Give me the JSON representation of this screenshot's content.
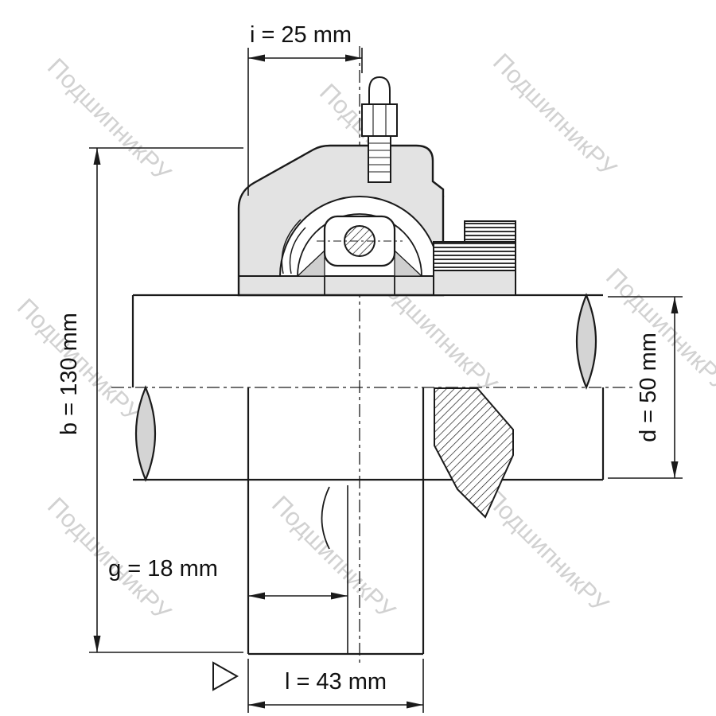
{
  "drawing": {
    "watermark_text": "ПодшипникРУ",
    "dimensions": {
      "i": {
        "label": "i = 25 mm",
        "value": 25,
        "unit": "mm",
        "orientation": "horizontal-top"
      },
      "b": {
        "label": "b = 130 mm",
        "value": 130,
        "unit": "mm",
        "orientation": "vertical-left"
      },
      "d": {
        "label": "d = 50 mm",
        "value": 50,
        "unit": "mm",
        "orientation": "vertical-right"
      },
      "g": {
        "label": "g = 18 mm",
        "value": 18,
        "unit": "mm",
        "orientation": "horizontal-bottom"
      },
      "l": {
        "label": "l = 43 mm",
        "value": 43,
        "unit": "mm",
        "orientation": "horizontal-bottom"
      }
    },
    "colors": {
      "line": "#1a1a1a",
      "section_fill": "#e3e3e3",
      "break_fill": "#d4d4d4",
      "watermark": "#c9c9c9",
      "background": "#ffffff"
    }
  }
}
